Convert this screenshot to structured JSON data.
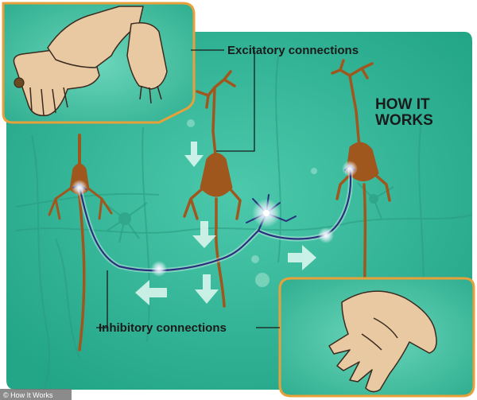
{
  "labels": {
    "excitatory": "Excitatory connections",
    "inhibitory": "Inhibitory connections"
  },
  "logo": {
    "line1": "HOW IT",
    "line2": "WORKS"
  },
  "credit": "© How It Works",
  "colors": {
    "background": "#2fb79a",
    "panel_border": "#e8a13a",
    "neuron": "#a0571e",
    "axon_glow": "#2a2f7c",
    "arrow": "#d9f6ee",
    "skin": "#e9c9a2",
    "skin_outline": "#3b2a1e"
  },
  "icons": [
    "neuron-icon",
    "arrow-icon",
    "hand-icon",
    "glow-spark-icon"
  ]
}
